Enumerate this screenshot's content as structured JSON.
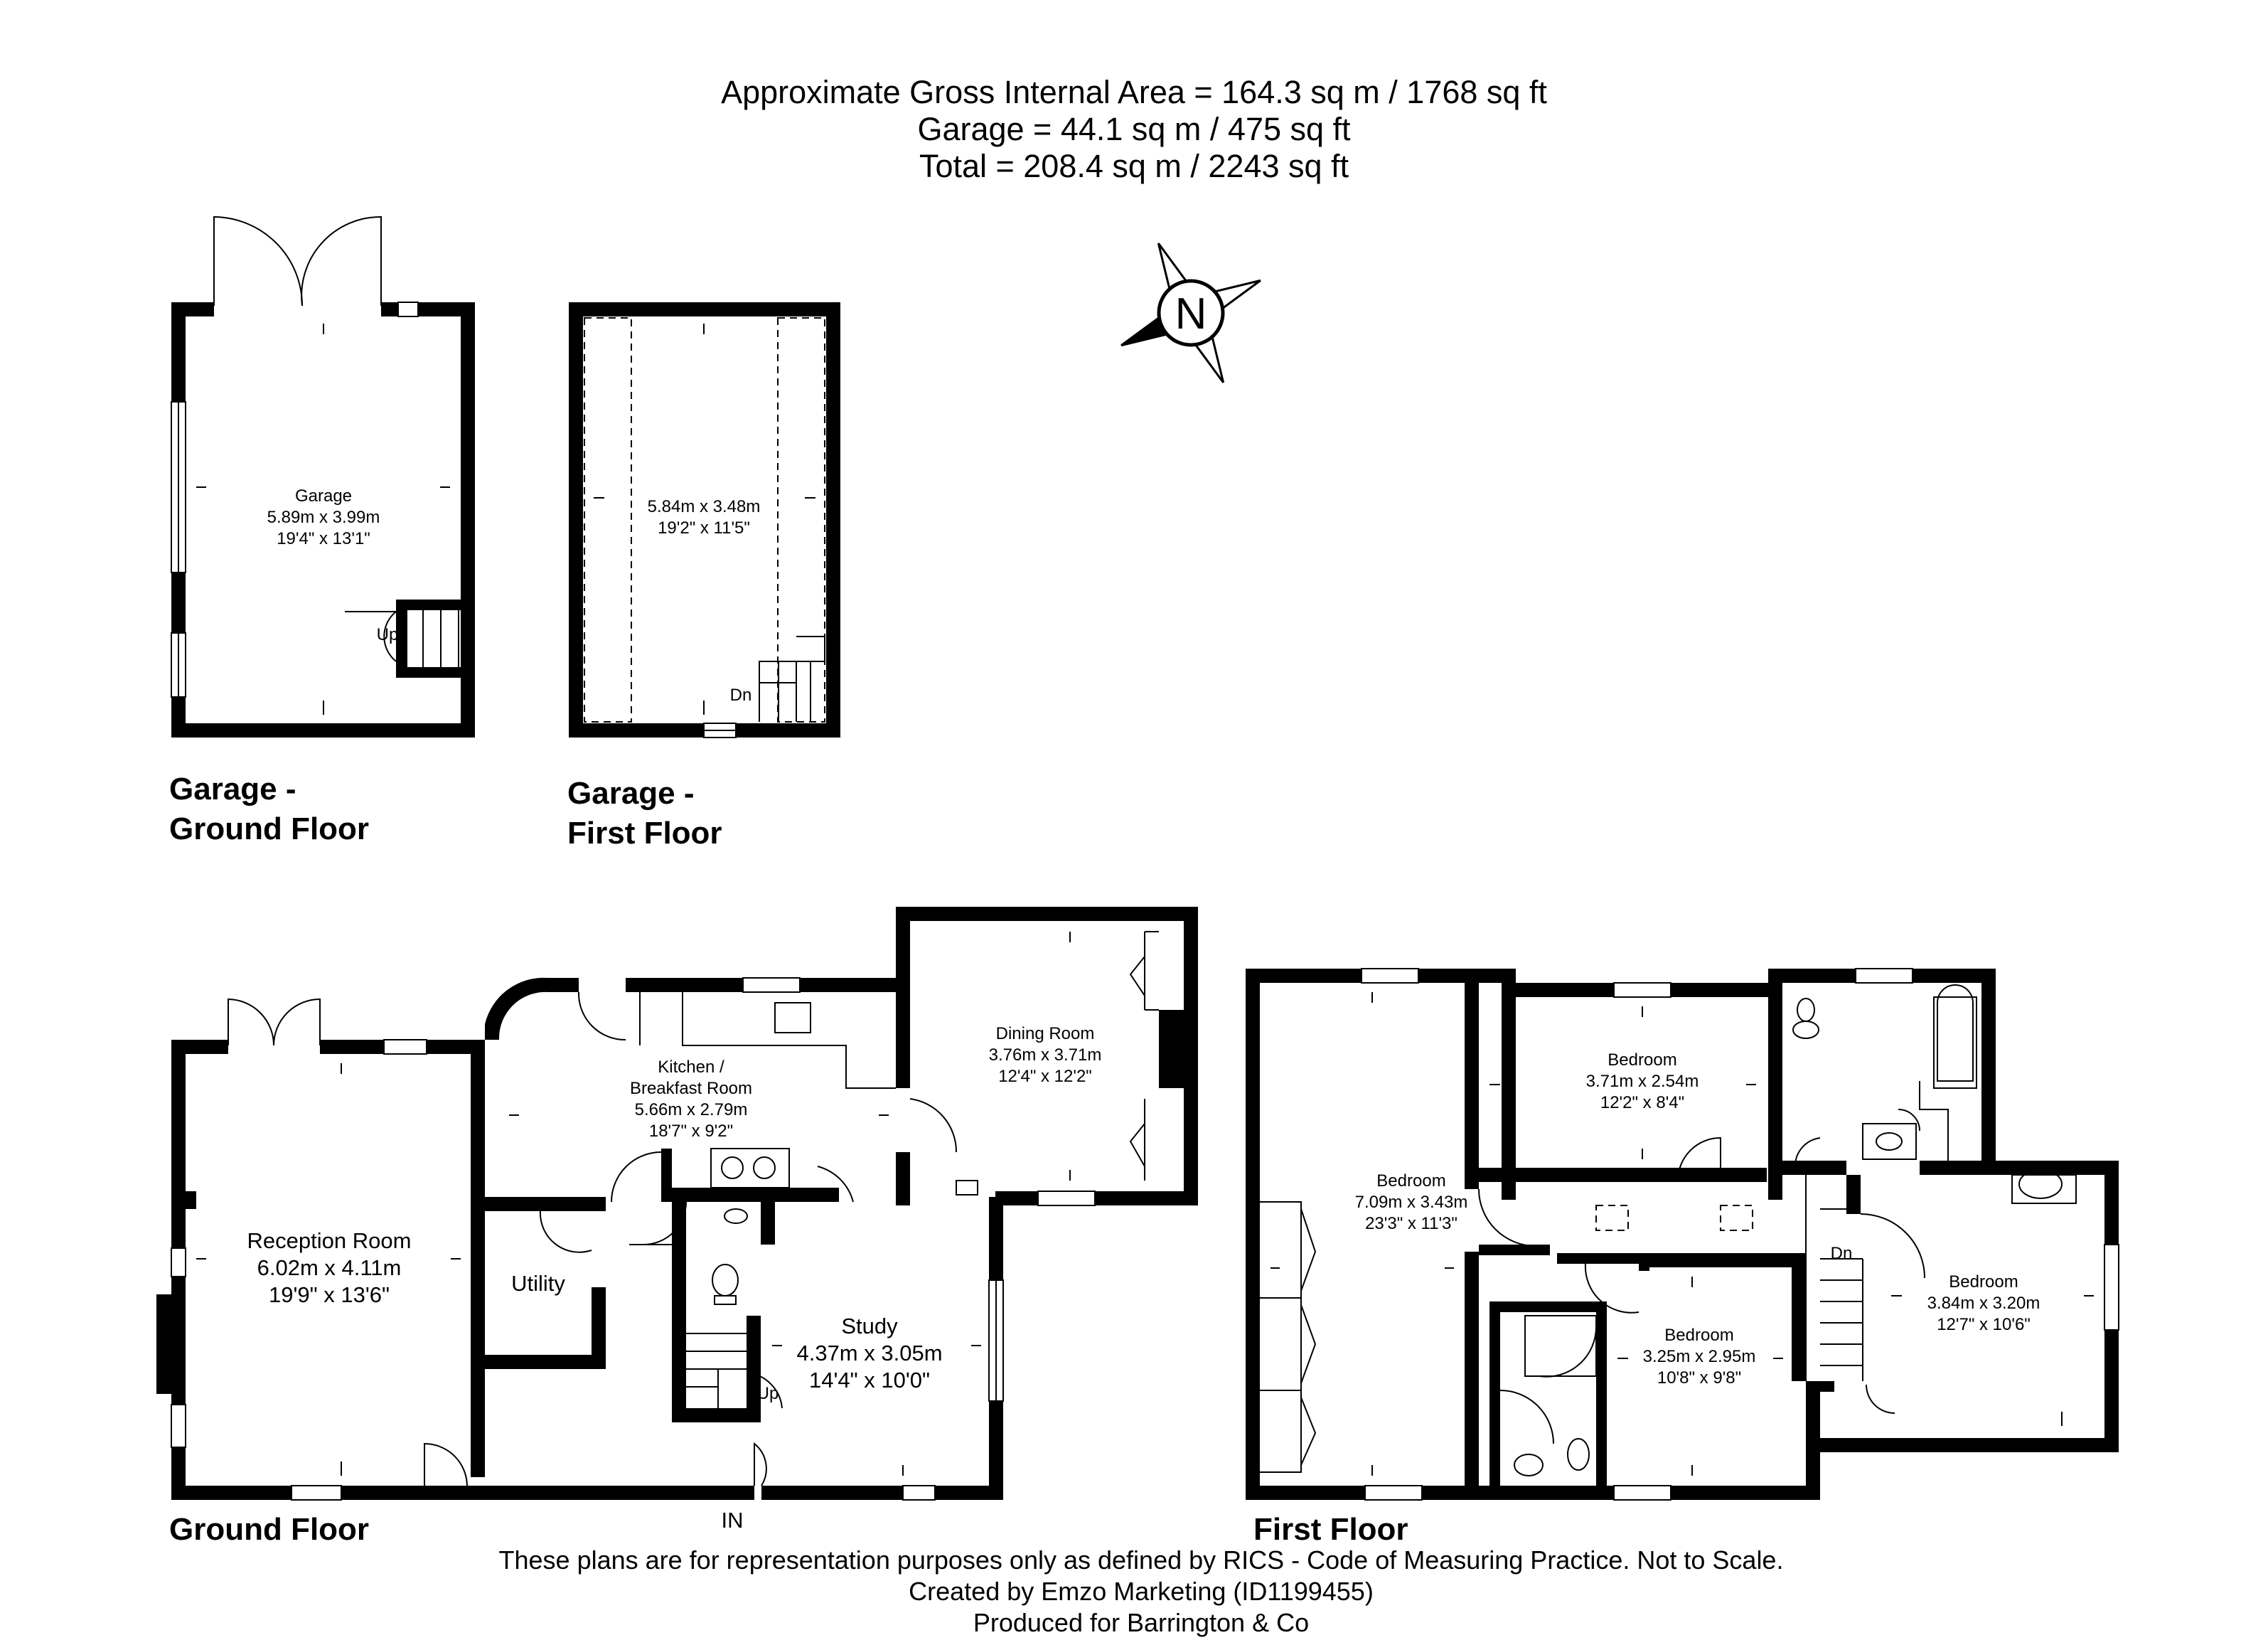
{
  "header": {
    "line1": "Approximate Gross Internal Area = 164.3 sq m / 1768 sq ft",
    "line2": "Garage = 44.1 sq m / 475 sq ft",
    "line3": "Total = 208.4 sq m / 2243 sq ft"
  },
  "compass": {
    "letter": "N"
  },
  "floors": {
    "garage_ground": {
      "label_line1": "Garage -",
      "label_line2": "Ground Floor"
    },
    "garage_first": {
      "label_line1": "Garage -",
      "label_line2": "First Floor"
    },
    "ground": {
      "label": "Ground Floor"
    },
    "first": {
      "label": "First Floor"
    }
  },
  "rooms": {
    "garage": {
      "name": "Garage",
      "metric": "5.89m x 3.99m",
      "imperial": "19'4\" x 13'1\""
    },
    "garage_loft": {
      "metric": "5.84m x 3.48m",
      "imperial": "19'2\" x 11'5\""
    },
    "reception": {
      "name": "Reception Room",
      "metric": "6.02m x 4.11m",
      "imperial": "19'9\" x 13'6\""
    },
    "kitchen": {
      "name1": "Kitchen /",
      "name2": "Breakfast Room",
      "metric": "5.66m x 2.79m",
      "imperial": "18'7\" x 9'2\""
    },
    "dining": {
      "name": "Dining Room",
      "metric": "3.76m x 3.71m",
      "imperial": "12'4\" x 12'2\""
    },
    "utility": {
      "name": "Utility"
    },
    "study": {
      "name": "Study",
      "metric": "4.37m x 3.05m",
      "imperial": "14'4\" x 10'0\""
    },
    "bedroom_main": {
      "name": "Bedroom",
      "metric": "7.09m x 3.43m",
      "imperial": "23'3\" x 11'3\""
    },
    "bedroom_top": {
      "name": "Bedroom",
      "metric": "3.71m x 2.54m",
      "imperial": "12'2\" x 8'4\""
    },
    "bedroom_mid": {
      "name": "Bedroom",
      "metric": "3.25m x 2.95m",
      "imperial": "10'8\" x 9'8\""
    },
    "bedroom_right": {
      "name": "Bedroom",
      "metric": "3.84m x 3.20m",
      "imperial": "12'7\" x 10'6\""
    }
  },
  "stairs": {
    "up": "Up",
    "down": "Dn",
    "entrance": "IN"
  },
  "footer": {
    "line1": "These plans are for representation purposes only as defined by RICS - Code of Measuring Practice. Not to Scale.",
    "line2": "Created by Emzo Marketing (ID1199455)",
    "line3": "Produced for Barrington & Co"
  }
}
